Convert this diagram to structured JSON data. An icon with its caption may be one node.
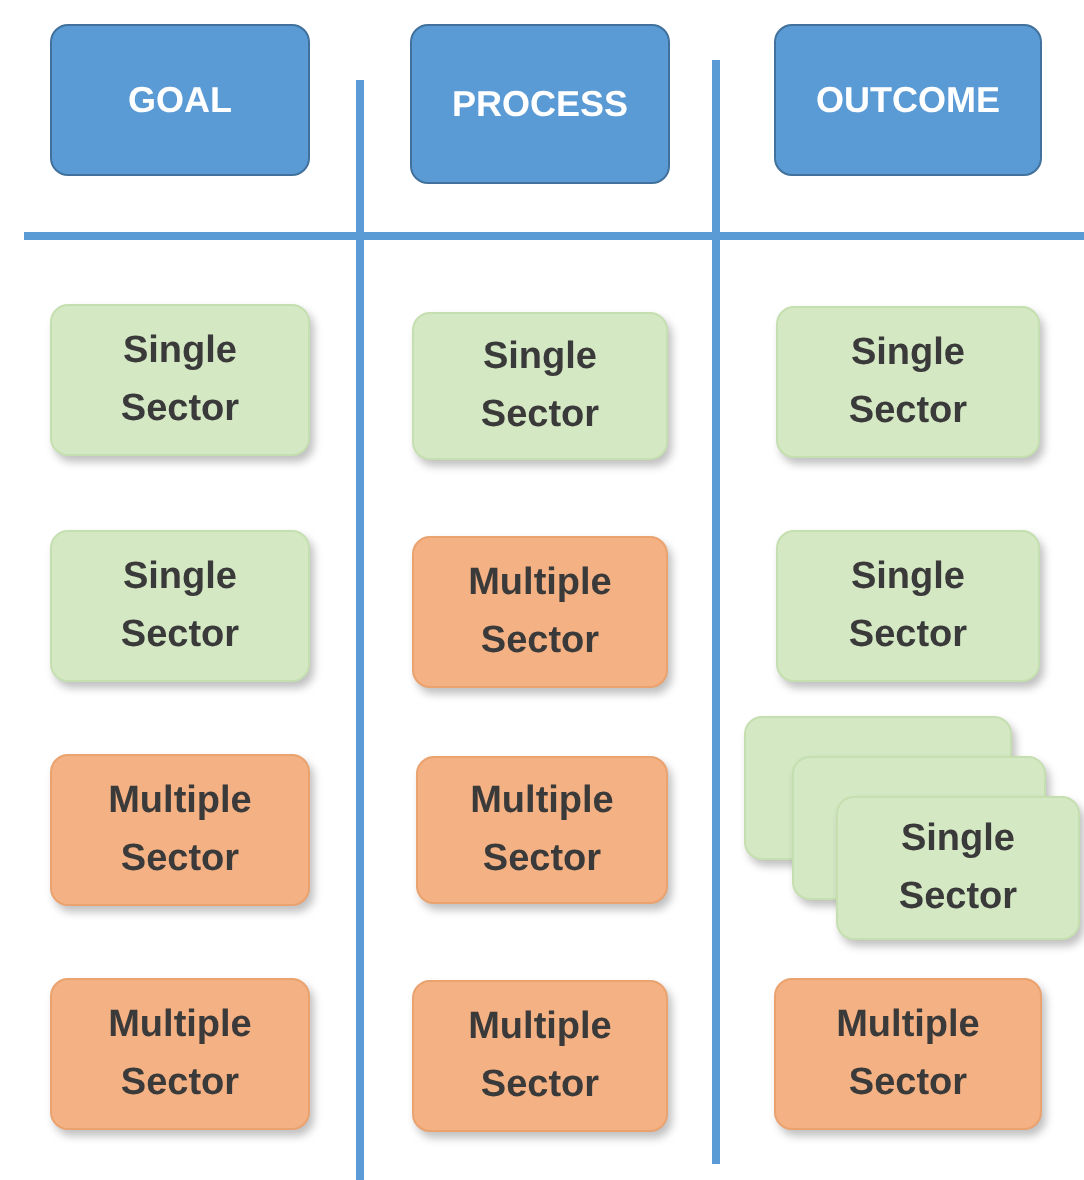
{
  "diagram": {
    "nodes": [
      {
        "text": [
          "GOAL"
        ]
      },
      {
        "text": [
          "PROCESS"
        ]
      },
      {
        "text": [
          "OUTCOME"
        ]
      },
      {
        "text": [
          "Single Sector"
        ]
      },
      {
        "text": [
          "Single Sector"
        ]
      },
      {
        "text": [
          "Single Sector"
        ]
      },
      {
        "text": [
          "Single Sector"
        ]
      },
      {
        "text": [
          "Multiple Sector"
        ]
      },
      {
        "text": [
          "Single Sector"
        ]
      },
      {
        "text": [
          "Multiple Sector"
        ]
      },
      {
        "text": [
          "Multiple Sector"
        ]
      },
      {
        "text": [
          "Single Sector"
        ]
      },
      {
        "text": [
          "Multiple Sector"
        ]
      },
      {
        "text": [
          "Multiple Sector"
        ]
      },
      {
        "text": [
          "Multiple Sector"
        ]
      }
    ],
    "edges": []
  }
}
